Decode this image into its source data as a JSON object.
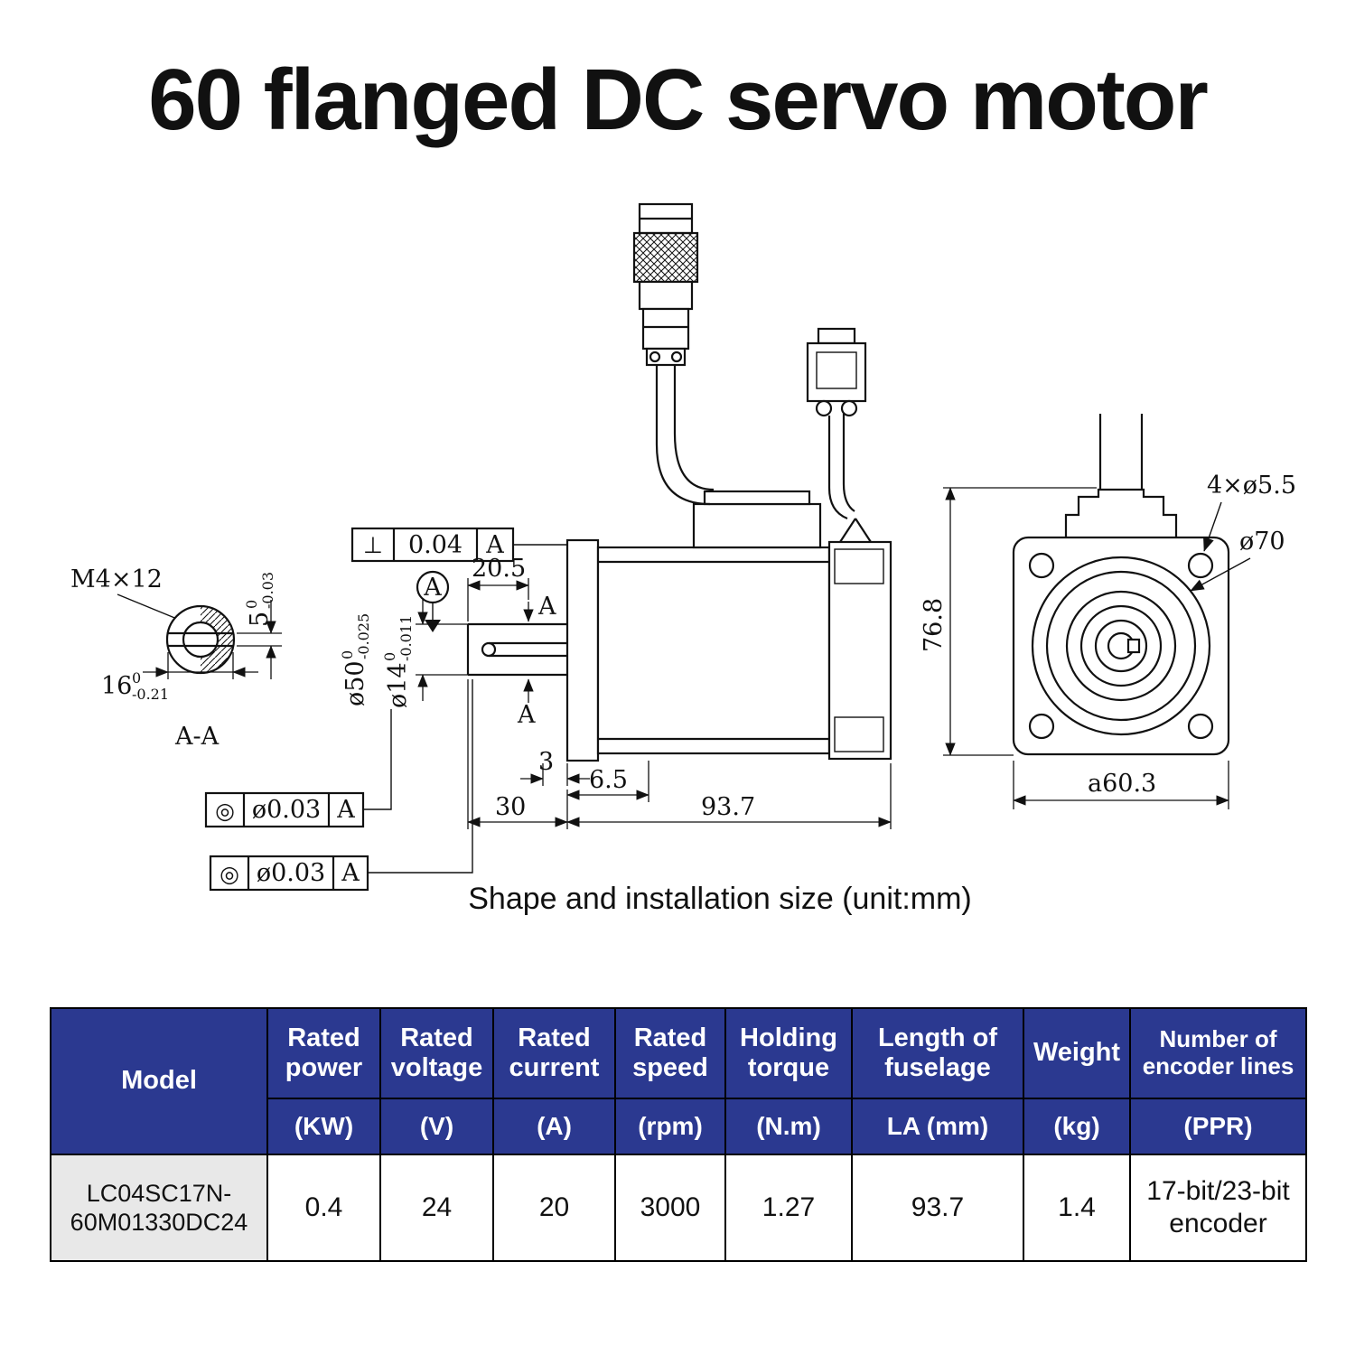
{
  "title": "60 flanged DC servo motor",
  "caption": "Shape and installation size (unit:mm)",
  "colors": {
    "table_header_bg": "#2b3990",
    "model_cell_bg": "#e8e8e8",
    "line_color": "#111111"
  },
  "drawing": {
    "section_view": {
      "thread_label": "M4×12",
      "depth_dim": {
        "value": "5",
        "tol_upper": "0",
        "tol_lower": "-0.03"
      },
      "width_dim": {
        "value": "16",
        "tol_upper": "0",
        "tol_lower": "-0.21"
      },
      "section_name": "A-A"
    },
    "gdt": {
      "concentricity_1": {
        "symbol": "◎",
        "tolerance": "ø0.03",
        "datum": "A"
      },
      "concentricity_2": {
        "symbol": "◎",
        "tolerance": "ø0.03",
        "datum": "A"
      },
      "perpendicularity": {
        "symbol": "⊥",
        "tolerance": "0.04",
        "datum": "A"
      },
      "datum_label": "A"
    },
    "side_view": {
      "key_length_dim": "20.5",
      "pilot_dia": {
        "value": "ø50",
        "tol_upper": "0",
        "tol_lower": "-0.025"
      },
      "shaft_dia": {
        "value": "ø14",
        "tol_upper": "0",
        "tol_lower": "-0.011"
      },
      "section_mark": "A",
      "step_dim": "3",
      "key_offset_dim": "6.5",
      "shaft_length_dim": "30",
      "body_length_dim": "93.7"
    },
    "front_view": {
      "height_dim": "76.8",
      "mount_holes_dim": "4×ø5.5",
      "boss_dia_dim": "ø70",
      "flange_width_dim": "a60.3"
    }
  },
  "table": {
    "header": [
      {
        "label": "Model",
        "unit": ""
      },
      {
        "label": "Rated power",
        "unit": "(KW)"
      },
      {
        "label": "Rated voltage",
        "unit": "(V)"
      },
      {
        "label": "Rated current",
        "unit": "(A)"
      },
      {
        "label": "Rated speed",
        "unit": "(rpm)"
      },
      {
        "label": "Holding torque",
        "unit": "(N.m)"
      },
      {
        "label": "Length of fuselage",
        "unit": "LA (mm)"
      },
      {
        "label": "Weight",
        "unit": "(kg)"
      },
      {
        "label": "Number of encoder lines",
        "unit": "(PPR)"
      }
    ],
    "row": {
      "model": "LC04SC17N-60M01330DC24",
      "values": [
        "0.4",
        "24",
        "20",
        "3000",
        "1.27",
        "93.7",
        "1.4",
        "17-bit/23-bit encoder"
      ]
    }
  }
}
